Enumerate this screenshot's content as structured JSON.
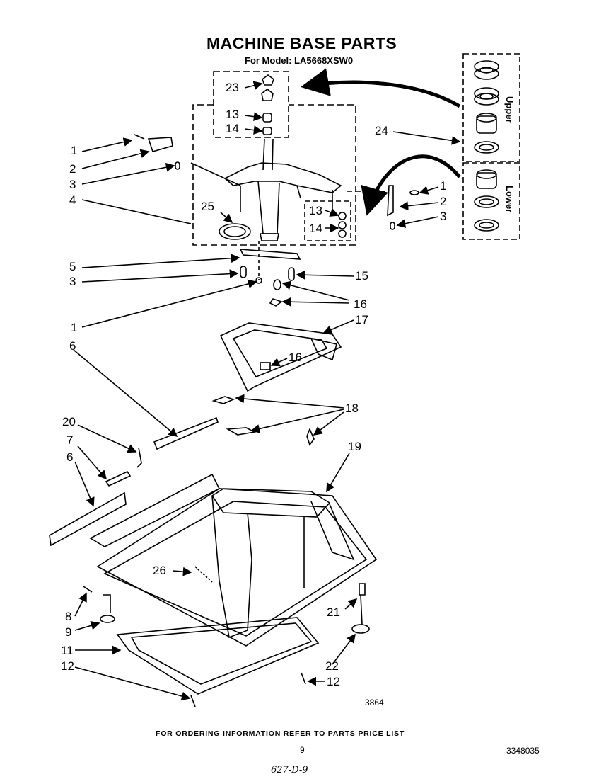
{
  "header": {
    "title": "MACHINE BASE PARTS",
    "model": "For Model: LA5668XSW0"
  },
  "bearing_labels": {
    "upper": "Upper",
    "lower": "Lower"
  },
  "callouts": [
    {
      "id": "c23",
      "text": "23"
    },
    {
      "id": "c13a",
      "text": "13"
    },
    {
      "id": "c14a",
      "text": "14"
    },
    {
      "id": "c1a",
      "text": "1"
    },
    {
      "id": "c2a",
      "text": "2"
    },
    {
      "id": "c3a",
      "text": "3"
    },
    {
      "id": "c4",
      "text": "4"
    },
    {
      "id": "c25",
      "text": "25"
    },
    {
      "id": "c13b",
      "text": "13"
    },
    {
      "id": "c14b",
      "text": "14"
    },
    {
      "id": "c1b",
      "text": "1"
    },
    {
      "id": "c2b",
      "text": "2"
    },
    {
      "id": "c3b",
      "text": "3"
    },
    {
      "id": "c24",
      "text": "24"
    },
    {
      "id": "c5",
      "text": "5"
    },
    {
      "id": "c3c",
      "text": "3"
    },
    {
      "id": "c15",
      "text": "15"
    },
    {
      "id": "c1c",
      "text": "1"
    },
    {
      "id": "c16a",
      "text": "16"
    },
    {
      "id": "c17",
      "text": "17"
    },
    {
      "id": "c6a",
      "text": "6"
    },
    {
      "id": "c16b",
      "text": "16"
    },
    {
      "id": "c18",
      "text": "18"
    },
    {
      "id": "c20",
      "text": "20"
    },
    {
      "id": "c7",
      "text": "7"
    },
    {
      "id": "c6b",
      "text": "6"
    },
    {
      "id": "c19",
      "text": "19"
    },
    {
      "id": "c26",
      "text": "26"
    },
    {
      "id": "c8",
      "text": "8"
    },
    {
      "id": "c9",
      "text": "9"
    },
    {
      "id": "c21",
      "text": "21"
    },
    {
      "id": "c11",
      "text": "11"
    },
    {
      "id": "c12a",
      "text": "12"
    },
    {
      "id": "c22",
      "text": "22"
    },
    {
      "id": "c12b",
      "text": "12"
    }
  ],
  "figure_number": "3864",
  "footer": {
    "ordering": "FOR ORDERING INFORMATION REFER TO PARTS PRICE LIST",
    "page": "9",
    "doc_number": "3348035",
    "handwritten": "627-D-9"
  }
}
